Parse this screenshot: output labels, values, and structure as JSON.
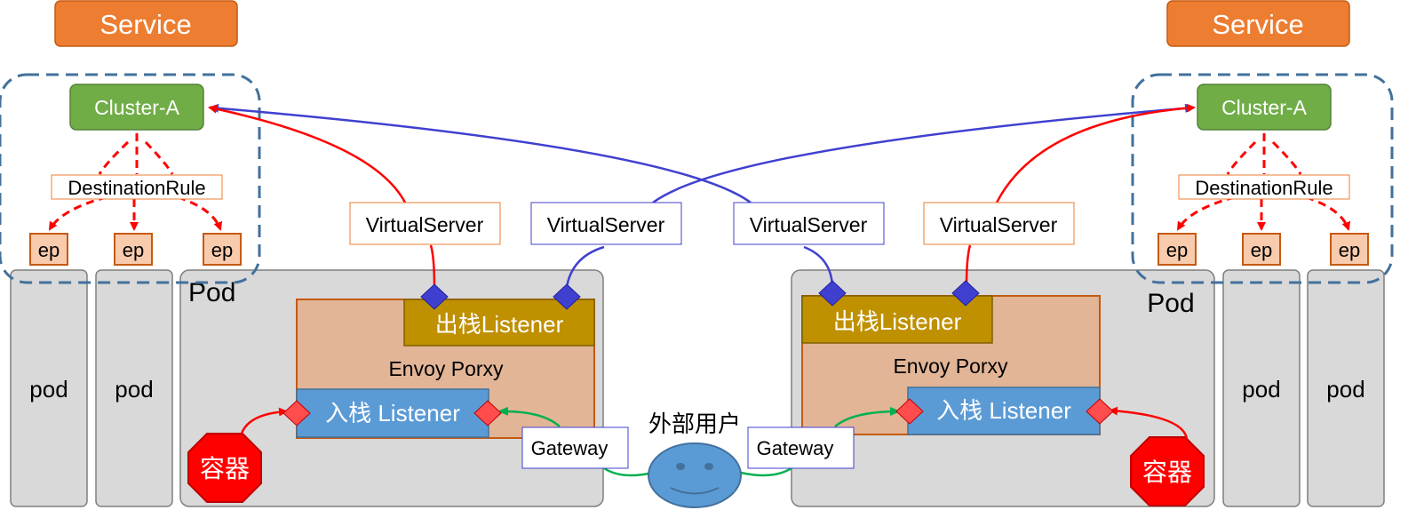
{
  "colors": {
    "service_fill": "#ed7d31",
    "cluster_fill": "#70ad47",
    "pod_fill": "#d9d9d9",
    "envoy_fill": "#e2b597",
    "outbound_fill": "#bf9000",
    "inbound_fill": "#5b9bd5",
    "ep_fill": "#f8cbad",
    "red_line": "#ff0000",
    "blue_line": "#4040d0",
    "green_line": "#00b050",
    "container_fill": "#ff0000",
    "user_fill": "#5b9bd5",
    "dash_border": "#41719c"
  },
  "left": {
    "service": "Service",
    "cluster": "Cluster-A",
    "destination_rule": "DestinationRule",
    "ep": [
      "ep",
      "ep",
      "ep"
    ],
    "pods": [
      "pod",
      "pod"
    ],
    "main_pod_label": "Pod",
    "outbound_listener": "出栈Listener",
    "envoy": "Envoy Porxy",
    "inbound_listener": "入栈 Listener",
    "container": "容器",
    "gateway": "Gateway"
  },
  "right": {
    "service": "Service",
    "cluster": "Cluster-A",
    "destination_rule": "DestinationRule",
    "ep": [
      "ep",
      "ep",
      "ep"
    ],
    "pods": [
      "pod",
      "pod"
    ],
    "main_pod_label": "Pod",
    "outbound_listener": "出栈Listener",
    "envoy": "Envoy Porxy",
    "inbound_listener": "入栈 Listener",
    "container": "容器",
    "gateway": "Gateway"
  },
  "virtual_servers": [
    "VirtualServer",
    "VirtualServer",
    "VirtualServer",
    "VirtualServer"
  ],
  "external_user": "外部用户",
  "icons": [
    "smiley-face-icon",
    "stop-sign-icon",
    "diamond-port-icon"
  ]
}
